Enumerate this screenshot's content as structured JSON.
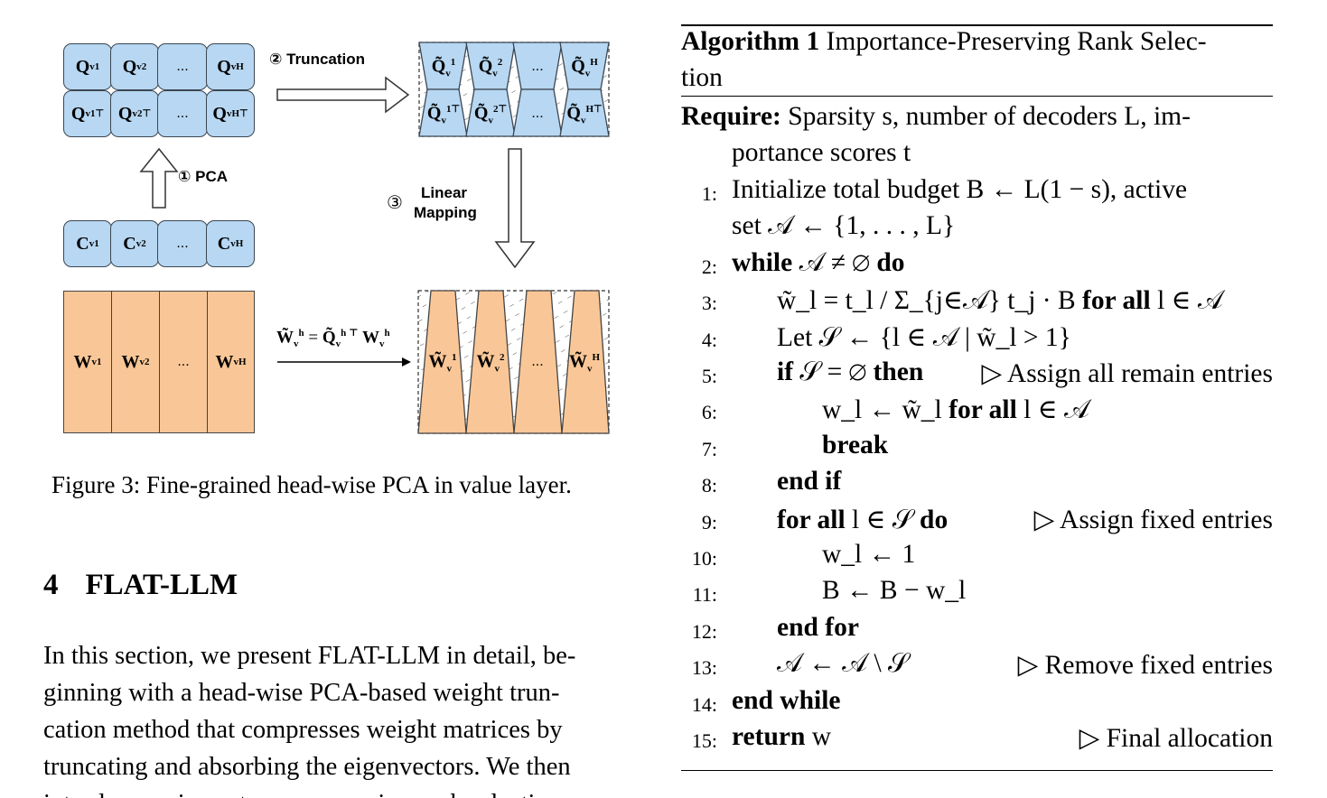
{
  "figure": {
    "q_top": [
      "Q_v^1",
      "Q_v^2",
      "...",
      "Q_v^H"
    ],
    "q_bot": [
      "Q_v^1⊤",
      "Q_v^2⊤",
      "...",
      "Q_v^H⊤"
    ],
    "c_row": [
      "C_v^1",
      "C_v^2",
      "...",
      "C_v^H"
    ],
    "w_row": [
      "W_v^1",
      "W_v^2",
      "...",
      "W_v^H"
    ],
    "step1": "① PCA",
    "step2": "② Truncation",
    "step3_num": "③",
    "step3_a": "Linear",
    "step3_b": "Mapping",
    "formula": "W̃_v^h = Q̃_v^h⊤ W_v^h",
    "ellipsis": "...",
    "caption": "Figure 3: Fine-grained head-wise PCA in value layer."
  },
  "section": {
    "number": "4",
    "title": "FLAT-LLM",
    "lines": [
      "In this section, we present FLAT-LLM in detail, be-",
      "ginning with a head-wise PCA-based weight trun-",
      "cation method that compresses weight matrices by",
      "truncating and absorbing the eigenvectors. We then",
      "introduce an importance-preserving rank selection"
    ]
  },
  "algorithm": {
    "label": "Algorithm 1",
    "title_1": "Importance-Preserving Rank Selec-",
    "title_2": "tion",
    "require_label": "Require:",
    "require_1": "Sparsity s, number of decoders L, im-",
    "require_2": "portance scores t",
    "lines": [
      {
        "n": "1:",
        "text": "Initialize total budget B ← L(1 − s), active"
      },
      {
        "n": "",
        "text": "set 𝒜 ← {1, . . . , L}"
      },
      {
        "n": "2:",
        "text": "while 𝒜 ≠ ∅ do"
      },
      {
        "n": "3:",
        "text": "w̃_l = t_l / Σ_{j∈𝒜} t_j · B for all l ∈ 𝒜"
      },
      {
        "n": "4:",
        "text": "Let 𝒮 ← {l ∈ 𝒜 | w̃_l > 1}"
      },
      {
        "n": "5:",
        "text": "if 𝒮 = ∅ then",
        "comment": "▷ Assign all remain entries"
      },
      {
        "n": "6:",
        "text": "w_l ← w̃_l for all l ∈ 𝒜"
      },
      {
        "n": "7:",
        "text": "break"
      },
      {
        "n": "8:",
        "text": "end if"
      },
      {
        "n": "9:",
        "text": "for all l ∈ 𝒮 do",
        "comment": "▷ Assign fixed entries"
      },
      {
        "n": "10:",
        "text": "w_l ← 1"
      },
      {
        "n": "11:",
        "text": "B ← B − w_l"
      },
      {
        "n": "12:",
        "text": "end for"
      },
      {
        "n": "13:",
        "text": "𝒜 ← 𝒜 \\ 𝒮",
        "comment": "▷ Remove fixed entries"
      },
      {
        "n": "14:",
        "text": "end while"
      },
      {
        "n": "15:",
        "text": "return w",
        "comment": "▷ Final allocation"
      }
    ]
  },
  "colors": {
    "q_fill": "#b7d7f2",
    "w_fill": "#f9c797",
    "outline": "#3c4652"
  }
}
